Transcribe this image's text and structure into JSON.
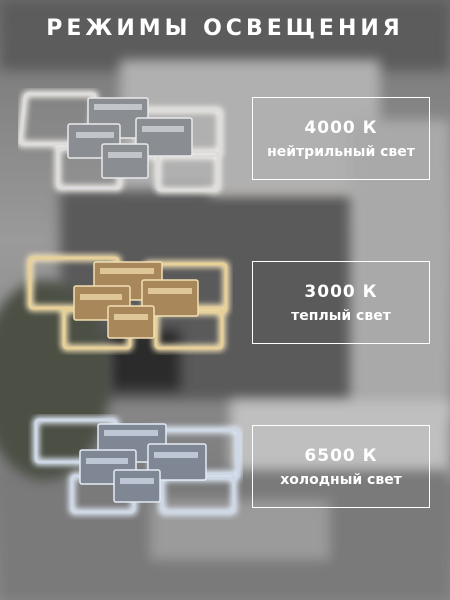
{
  "title": "РЕЖИМЫ ОСВЕЩЕНИЯ",
  "modes": [
    {
      "temp": "4000  К",
      "desc": "нейтрильный свет",
      "glow": "#f4f1ea",
      "tint": "#cfd0d3"
    },
    {
      "temp": "3000  К",
      "desc": "теплый свет",
      "glow": "#fbe8b8",
      "tint": "#d8b780"
    },
    {
      "temp": "6500  К",
      "desc": "холодный свет",
      "glow": "#e4eefb",
      "tint": "#b9c4d3"
    }
  ]
}
